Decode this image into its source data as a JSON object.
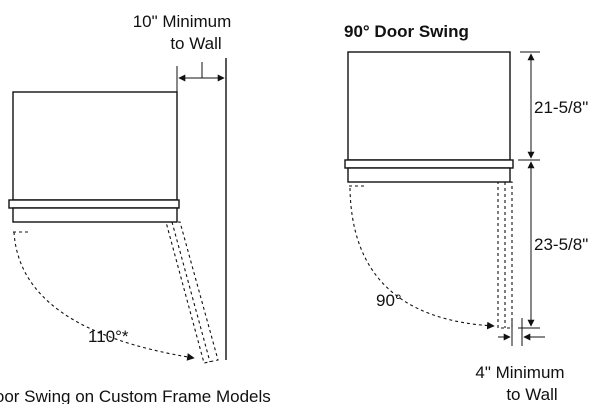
{
  "left_figure": {
    "wall_label_line1": "10\" Minimum",
    "wall_label_line2": "to Wall",
    "angle_label": "110°*",
    "footnote": "*Door Swing on Custom Frame Models"
  },
  "right_figure": {
    "title": "90° Door Swing",
    "depth_top_label": "21-5/8\"",
    "depth_bottom_label": "23-5/8\"",
    "angle_label": "90°",
    "wall_label_line1": "4\" Minimum",
    "wall_label_line2": "to Wall"
  }
}
